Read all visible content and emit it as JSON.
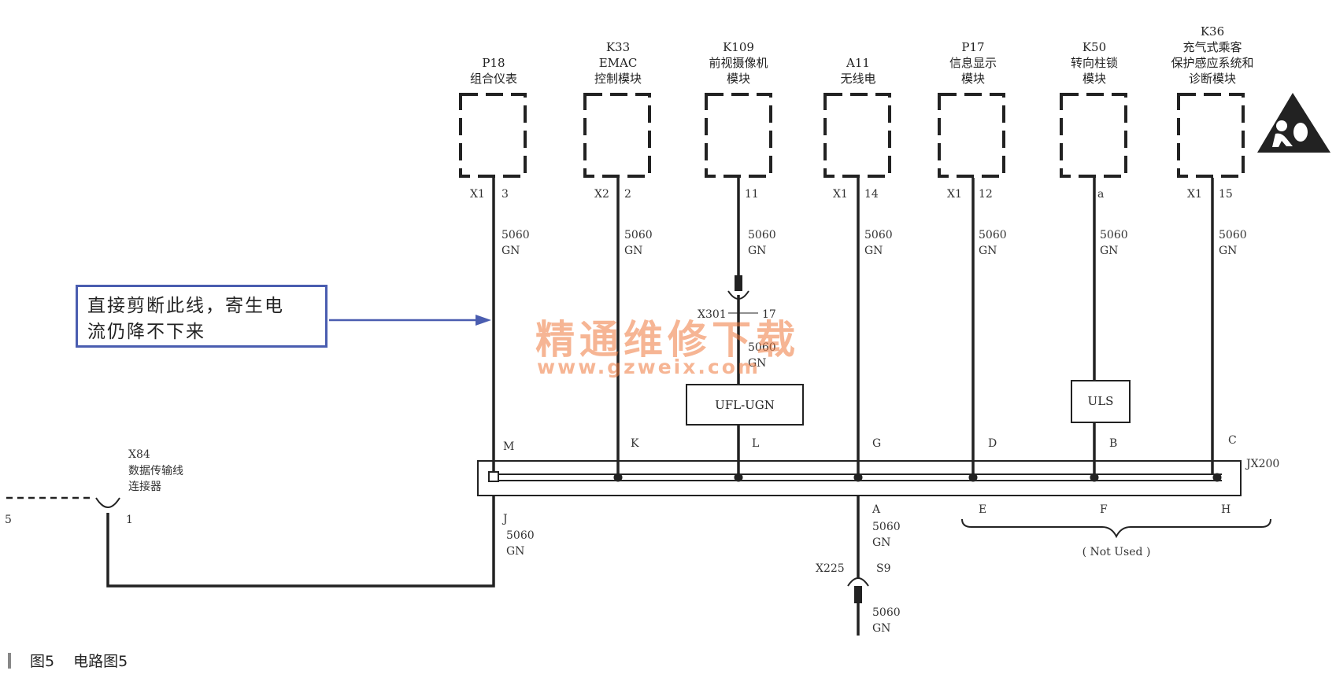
{
  "modules": [
    {
      "id": "P18",
      "name_lines": [
        "组合仪表"
      ],
      "connector": "X1",
      "pin": "3",
      "wire_code": "5060",
      "wire_color": "GN",
      "splice_pin": "M"
    },
    {
      "id": "K33",
      "name_lines": [
        "EMAC",
        "控制模块"
      ],
      "connector": "X2",
      "pin": "2",
      "wire_code": "5060",
      "wire_color": "GN",
      "splice_pin": "K"
    },
    {
      "id": "K109",
      "name_lines": [
        "前视摄像机",
        "模块"
      ],
      "connector": "",
      "pin": "11",
      "wire_code": "5060",
      "wire_color": "GN",
      "splice_pin": "L"
    },
    {
      "id": "A11",
      "name_lines": [
        "无线电"
      ],
      "connector": "X1",
      "pin": "14",
      "wire_code": "5060",
      "wire_color": "GN",
      "splice_pin": "G"
    },
    {
      "id": "P17",
      "name_lines": [
        "信息显示",
        "模块"
      ],
      "connector": "X1",
      "pin": "12",
      "wire_code": "5060",
      "wire_color": "GN",
      "splice_pin": "D"
    },
    {
      "id": "K50",
      "name_lines": [
        "转向柱锁",
        "模块"
      ],
      "connector": "",
      "pin": "a",
      "wire_code": "5060",
      "wire_color": "GN",
      "splice_pin": "B"
    },
    {
      "id": "K36",
      "name_lines": [
        "充气式乘客",
        "保护感应系统和",
        "诊断模块"
      ],
      "connector": "X1",
      "pin": "15",
      "wire_code": "5060",
      "wire_color": "GN",
      "splice_pin": "C"
    }
  ],
  "inline_connector_k109": {
    "name": "X301",
    "pin": "17",
    "wire_code": "5060",
    "wire_color": "GN"
  },
  "option_boxes": [
    {
      "label": "UFL-UGN"
    },
    {
      "label": "ULS"
    }
  ],
  "splice": {
    "name": "JX200",
    "bottom_pins": [
      "J",
      "A",
      "E",
      "F",
      "H"
    ],
    "not_used_label": "( Not Used )"
  },
  "x84": {
    "id": "X84",
    "name_lines": [
      "数据传输线",
      "连接器"
    ],
    "left_pin": "5",
    "pin": "1"
  },
  "j_wire": {
    "wire_code": "5060",
    "wire_color": "GN"
  },
  "a_wire": {
    "wire_code": "5060",
    "wire_color": "GN"
  },
  "x225": {
    "name": "X225",
    "pin": "S9",
    "wire_code": "5060",
    "wire_color": "GN"
  },
  "note_lines": [
    "直接剪断此线，寄生电",
    "流仍降不下来"
  ],
  "watermark": {
    "title": "精通维修下载",
    "url": "www.gzweix.com"
  },
  "caption": {
    "figure": "图5",
    "title": "电路图5"
  },
  "icons": {
    "airbag": "airbag-warning-icon"
  },
  "colors": {
    "note_border": "#4a5db0",
    "arrow": "#4a5db0",
    "watermark": "#ee783c"
  }
}
